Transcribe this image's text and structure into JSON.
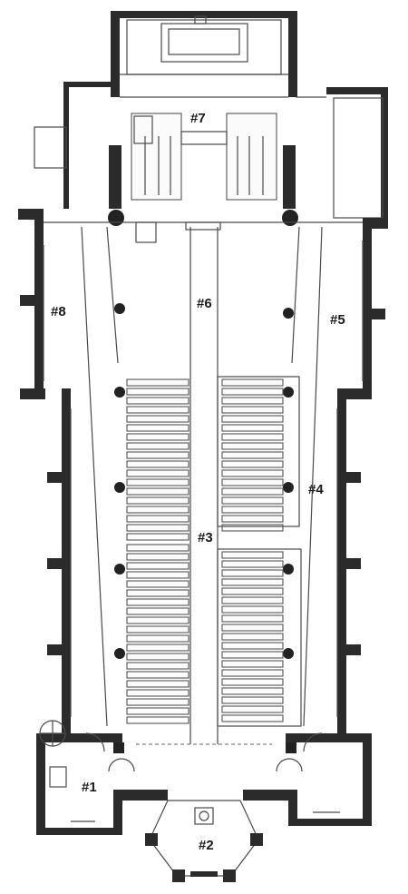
{
  "labels": {
    "area1": "#1",
    "area2": "#2",
    "area3": "#3",
    "area4": "#4",
    "area5": "#5",
    "area6": "#6",
    "area7": "#7",
    "area8": "#8"
  },
  "colors": {
    "wall": "#2b2b2b",
    "line": "#4a4a4a",
    "background": "#ffffff"
  }
}
